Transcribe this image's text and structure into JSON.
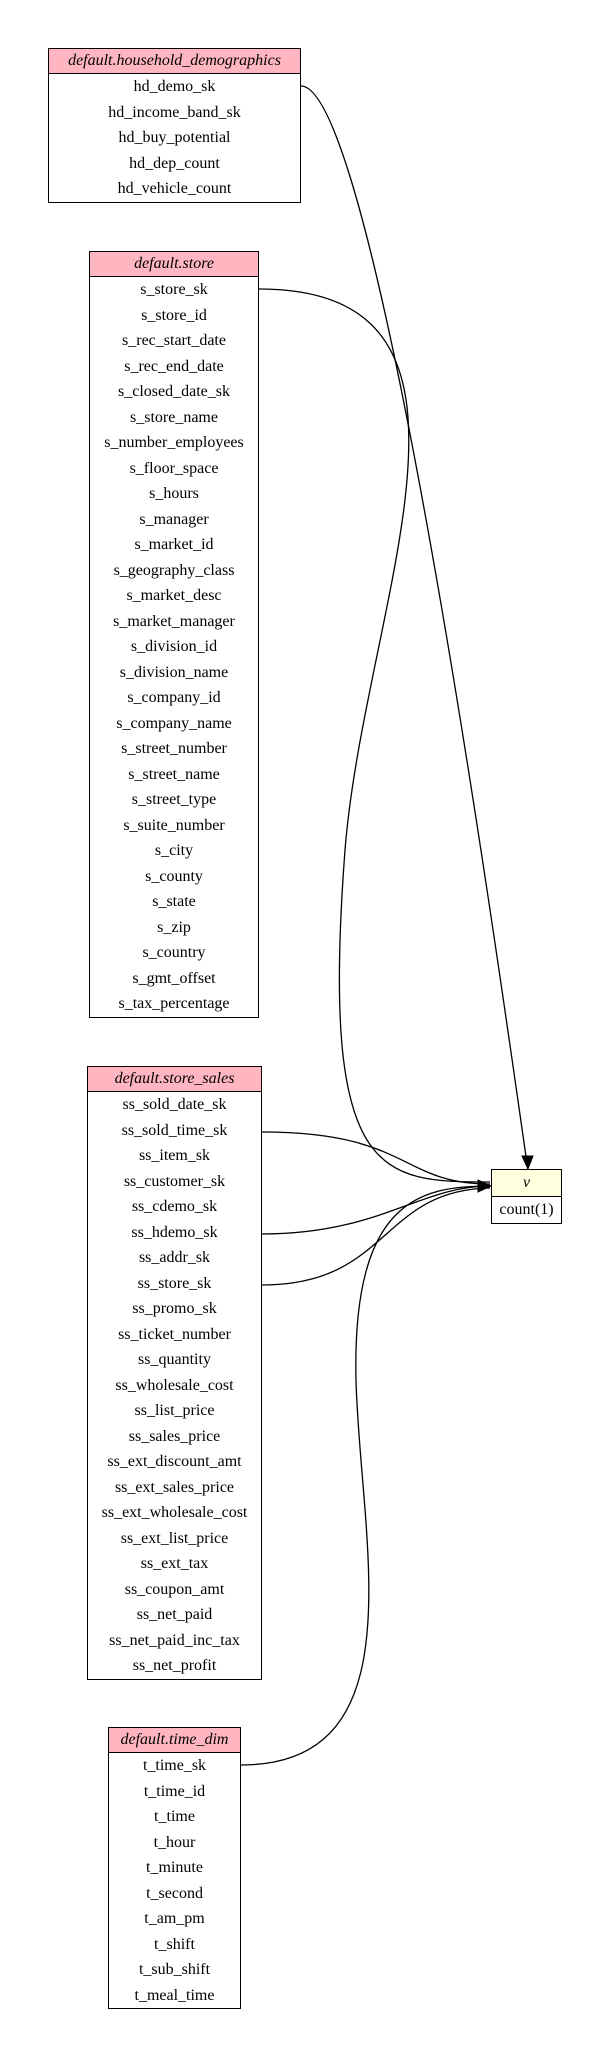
{
  "tables": [
    {
      "id": "household",
      "name": "default.household_demographics",
      "columns": [
        "hd_demo_sk",
        "hd_income_band_sk",
        "hd_buy_potential",
        "hd_dep_count",
        "hd_vehicle_count"
      ]
    },
    {
      "id": "store",
      "name": "default.store",
      "columns": [
        "s_store_sk",
        "s_store_id",
        "s_rec_start_date",
        "s_rec_end_date",
        "s_closed_date_sk",
        "s_store_name",
        "s_number_employees",
        "s_floor_space",
        "s_hours",
        "s_manager",
        "s_market_id",
        "s_geography_class",
        "s_market_desc",
        "s_market_manager",
        "s_division_id",
        "s_division_name",
        "s_company_id",
        "s_company_name",
        "s_street_number",
        "s_street_name",
        "s_street_type",
        "s_suite_number",
        "s_city",
        "s_county",
        "s_state",
        "s_zip",
        "s_country",
        "s_gmt_offset",
        "s_tax_percentage"
      ]
    },
    {
      "id": "store_sales",
      "name": "default.store_sales",
      "columns": [
        "ss_sold_date_sk",
        "ss_sold_time_sk",
        "ss_item_sk",
        "ss_customer_sk",
        "ss_cdemo_sk",
        "ss_hdemo_sk",
        "ss_addr_sk",
        "ss_store_sk",
        "ss_promo_sk",
        "ss_ticket_number",
        "ss_quantity",
        "ss_wholesale_cost",
        "ss_list_price",
        "ss_sales_price",
        "ss_ext_discount_amt",
        "ss_ext_sales_price",
        "ss_ext_wholesale_cost",
        "ss_ext_list_price",
        "ss_ext_tax",
        "ss_coupon_amt",
        "ss_net_paid",
        "ss_net_paid_inc_tax",
        "ss_net_profit"
      ]
    },
    {
      "id": "time_dim",
      "name": "default.time_dim",
      "columns": [
        "t_time_sk",
        "t_time_id",
        "t_time",
        "t_hour",
        "t_minute",
        "t_second",
        "t_am_pm",
        "t_shift",
        "t_sub_shift",
        "t_meal_time"
      ]
    }
  ],
  "view": {
    "name": "v",
    "columns": [
      "count(1)"
    ]
  },
  "edges": [
    {
      "from_table": "household",
      "from_column": "hd_demo_sk",
      "to": "v"
    },
    {
      "from_table": "store",
      "from_column": "s_store_sk",
      "to": "v"
    },
    {
      "from_table": "store_sales",
      "from_column": "ss_sold_time_sk",
      "to": "v"
    },
    {
      "from_table": "store_sales",
      "from_column": "ss_hdemo_sk",
      "to": "v"
    },
    {
      "from_table": "store_sales",
      "from_column": "ss_store_sk",
      "to": "v"
    },
    {
      "from_table": "time_dim",
      "from_column": "t_time_sk",
      "to": "v"
    }
  ],
  "colors": {
    "table_header": "#ffb6c1",
    "view_header": "#ffffe0",
    "edge": "#000000"
  }
}
